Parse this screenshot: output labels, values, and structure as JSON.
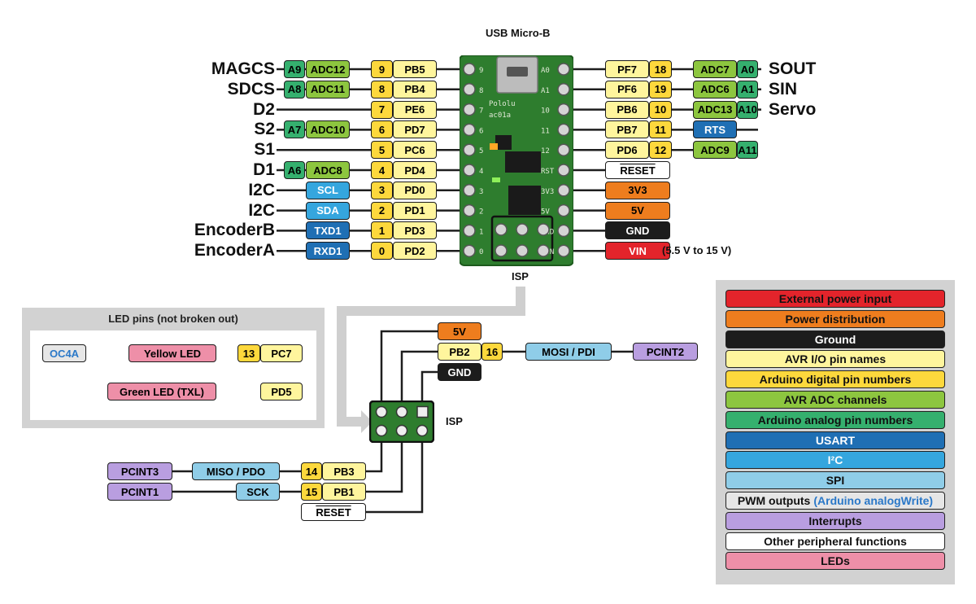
{
  "header": {
    "usb_label": "USB Micro-B",
    "isp_label": "ISP"
  },
  "board": {
    "text_1": "Pololu",
    "text_2": "ac01a",
    "left_pins": [
      "9",
      "8",
      "7",
      "6",
      "5",
      "4",
      "3",
      "2",
      "1",
      "0"
    ],
    "right_pins": [
      "A0",
      "A1",
      "10",
      "11",
      "12",
      "RST",
      "3V3",
      "5V",
      "GND",
      "VIN"
    ]
  },
  "left_rows": [
    {
      "name": "MAGCS",
      "analog": "A9",
      "adc": "ADC12",
      "digital": "9",
      "port": "PB5"
    },
    {
      "name": "SDCS",
      "analog": "A8",
      "adc": "ADC11",
      "digital": "8",
      "port": "PB4"
    },
    {
      "name": "D2",
      "digital": "7",
      "port": "PE6"
    },
    {
      "name": "S2",
      "analog": "A7",
      "adc": "ADC10",
      "digital": "6",
      "port": "PD7"
    },
    {
      "name": "S1",
      "digital": "5",
      "port": "PC6"
    },
    {
      "name": "D1",
      "analog": "A6",
      "adc": "ADC8",
      "digital": "4",
      "port": "PD4"
    },
    {
      "name": "I2C",
      "periph": "SCL",
      "periph_color": "#35a6de",
      "digital": "3",
      "port": "PD0"
    },
    {
      "name": "I2C",
      "periph": "SDA",
      "periph_color": "#35a6de",
      "digital": "2",
      "port": "PD1"
    },
    {
      "name": "EncoderB",
      "periph": "TXD1",
      "periph_color": "#1f6fb4",
      "digital": "1",
      "port": "PD3"
    },
    {
      "name": "EncoderA",
      "periph": "RXD1",
      "periph_color": "#1f6fb4",
      "digital": "0",
      "port": "PD2"
    }
  ],
  "right_rows": [
    {
      "port": "PF7",
      "digital": "18",
      "adc": "ADC7",
      "analog": "A0",
      "name": "SOUT"
    },
    {
      "port": "PF6",
      "digital": "19",
      "adc": "ADC6",
      "analog": "A1",
      "name": "SIN"
    },
    {
      "port": "PB6",
      "digital": "10",
      "adc": "ADC13",
      "analog": "A10",
      "name": "Servo"
    },
    {
      "port": "PB7",
      "digital": "11",
      "periph": "RTS"
    },
    {
      "port": "PD6",
      "digital": "12",
      "adc": "ADC9",
      "analog": "A11"
    },
    {
      "power": "RESET",
      "power_color": "#ffffff",
      "overline": true
    },
    {
      "power": "3V3",
      "power_color": "#ee7d1e"
    },
    {
      "power": "5V",
      "power_color": "#ee7d1e"
    },
    {
      "power": "GND",
      "power_color": "#1c1c1c",
      "text_color": "#ffffff"
    },
    {
      "power": "VIN",
      "power_color": "#e3242b",
      "text_color": "#ffffff",
      "note": "(5.5 V to 15 V)"
    }
  ],
  "led_box": {
    "title": "LED pins (not broken out)",
    "yellow": {
      "pwm": "OC4A",
      "led": "Yellow LED",
      "digital": "13",
      "port": "PC7"
    },
    "green": {
      "led": "Green LED (TXL)",
      "port": "PD5"
    }
  },
  "isp": {
    "label": "ISP",
    "five_v": "5V",
    "pb2": "PB2",
    "pb2_digital": "16",
    "mosi": "MOSI / PDI",
    "pcint2": "PCINT2",
    "gnd": "GND",
    "pcint3": "PCINT3",
    "miso": "MISO / PDO",
    "pb3_digital": "14",
    "pb3": "PB3",
    "pcint1": "PCINT1",
    "sck": "SCK",
    "pb1_digital": "15",
    "pb1": "PB1",
    "reset": "RESET"
  },
  "legend": [
    {
      "label": "External power input",
      "color": "#e3242b"
    },
    {
      "label": "Power distribution",
      "color": "#ee7d1e"
    },
    {
      "label": "Ground",
      "color": "#1c1c1c",
      "text_color": "#ffffff"
    },
    {
      "label": "AVR I/O pin names",
      "color": "#fff59d"
    },
    {
      "label": "Arduino digital pin numbers",
      "color": "#fdd83c"
    },
    {
      "label": "AVR ADC channels",
      "color": "#8dc63f"
    },
    {
      "label": "Arduino analog pin numbers",
      "color": "#35b06e"
    },
    {
      "label": "USART",
      "color": "#1f6fb4",
      "text_color": "#ffffff"
    },
    {
      "label": "I²C",
      "color": "#35a6de",
      "text_color": "#ffffff"
    },
    {
      "label": "SPI",
      "color": "#8fcde8"
    },
    {
      "label": "PWM outputs",
      "label_extra": "(Arduino analogWrite)",
      "color": "#e6e6e6"
    },
    {
      "label": "Interrupts",
      "color": "#b99ee0"
    },
    {
      "label": "Other peripheral functions",
      "color": "#ffffff"
    },
    {
      "label": "LEDs",
      "color": "#ee8fa8"
    }
  ],
  "colors": {
    "adc": "#8dc63f",
    "analog": "#35b06e",
    "digital": "#fdd83c",
    "port": "#fff59d",
    "usart": "#1f6fb4",
    "spi": "#8fcde8",
    "interrupt": "#b99ee0",
    "pwm": "#e6e6e6",
    "led": "#ee8fa8",
    "pwm_text": "#2a78c8",
    "power": "#ee7d1e",
    "ground": "#1c1c1c",
    "pcb": "#2e7d2e",
    "panel": "#d2d2d2",
    "connector": "#d4d4d4"
  }
}
